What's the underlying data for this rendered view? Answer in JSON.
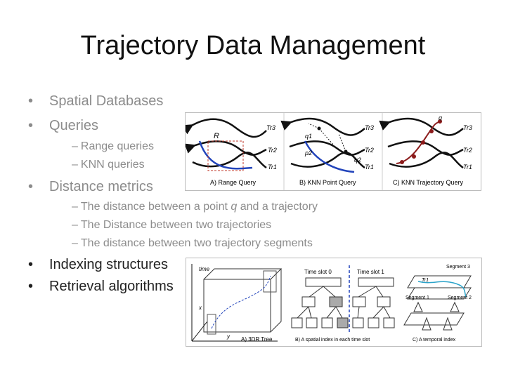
{
  "title": "Trajectory Data Management",
  "bullets": {
    "spatial_db": "Spatial Databases",
    "queries": "Queries",
    "range_queries": "Range queries",
    "knn_queries": "KNN queries",
    "distance_metrics": "Distance metrics",
    "dist_point_pre": "The distance between a point ",
    "dist_point_q": "q",
    "dist_point_post": " and a trajectory",
    "dist_two_traj": "The Distance between two trajectories",
    "dist_segments": "The distance between two trajectory segments",
    "indexing": "Indexing structures",
    "retrieval": "Retrieval algorithms"
  },
  "figure_queries": {
    "panel_a_caption": "A) Range Query",
    "panel_b_caption": "B) KNN Point Query",
    "panel_c_caption": "C) KNN Trajectory Query",
    "label_R": "R",
    "label_q1": "q1",
    "label_p2": "p2",
    "label_q2": "q2",
    "label_q": "q",
    "tr3": "Tr3",
    "tr2": "Tr2",
    "tr1": "Tr1"
  },
  "figure_index": {
    "time_label": "time",
    "x_label": "x",
    "y_label": "y",
    "caption_a": "A) 3DR Tree",
    "time_slot_0": "Time slot 0",
    "time_slot_1": "Time slot 1",
    "caption_b": "B) A spatial index in each time slot",
    "segment_3": "Segment 3",
    "segment_2": "Segment 2",
    "segment_1": "Segment 1",
    "tr1": "Tr1",
    "caption_c": "C) A temporal index"
  }
}
